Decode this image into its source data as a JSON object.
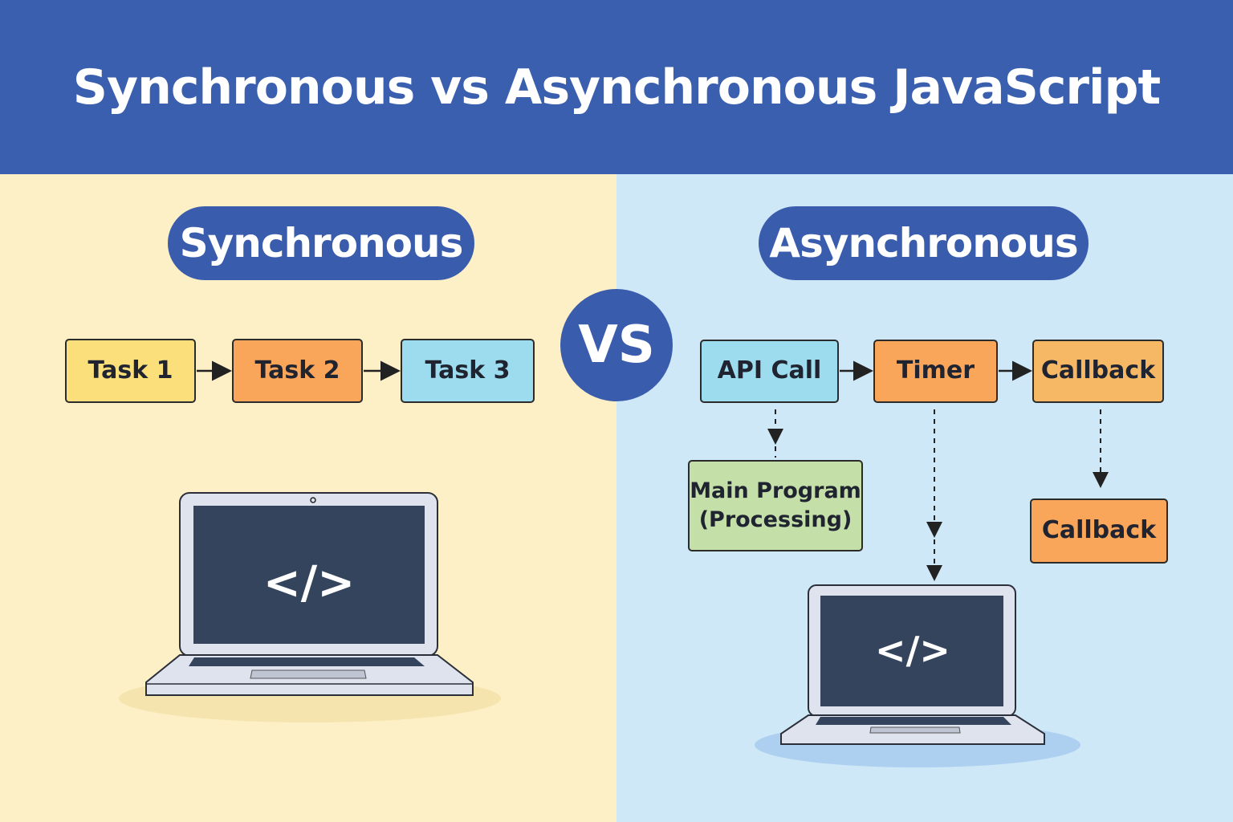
{
  "title": "Synchronous vs Asynchronous JavaScript",
  "sync": {
    "label": "Synchronous",
    "tasks": [
      "Task 1",
      "Task 2",
      "Task 3"
    ],
    "code_symbol": "</>"
  },
  "vs_label": "VS",
  "async": {
    "label": "Asynchronous",
    "flow": [
      "API Call",
      "Timer",
      "Callback"
    ],
    "main_program": [
      "Main Program",
      "(Processing)"
    ],
    "callback_result": "Callback",
    "code_symbol": "</>"
  },
  "colors": {
    "header": "#3a5fae",
    "sync_bg": "#fdf0c6",
    "async_bg": "#cfe8f8",
    "yellow": "#fbdf7a",
    "orange": "#f9a55a",
    "cyan": "#9ddcee",
    "green": "#c5dfa8"
  }
}
